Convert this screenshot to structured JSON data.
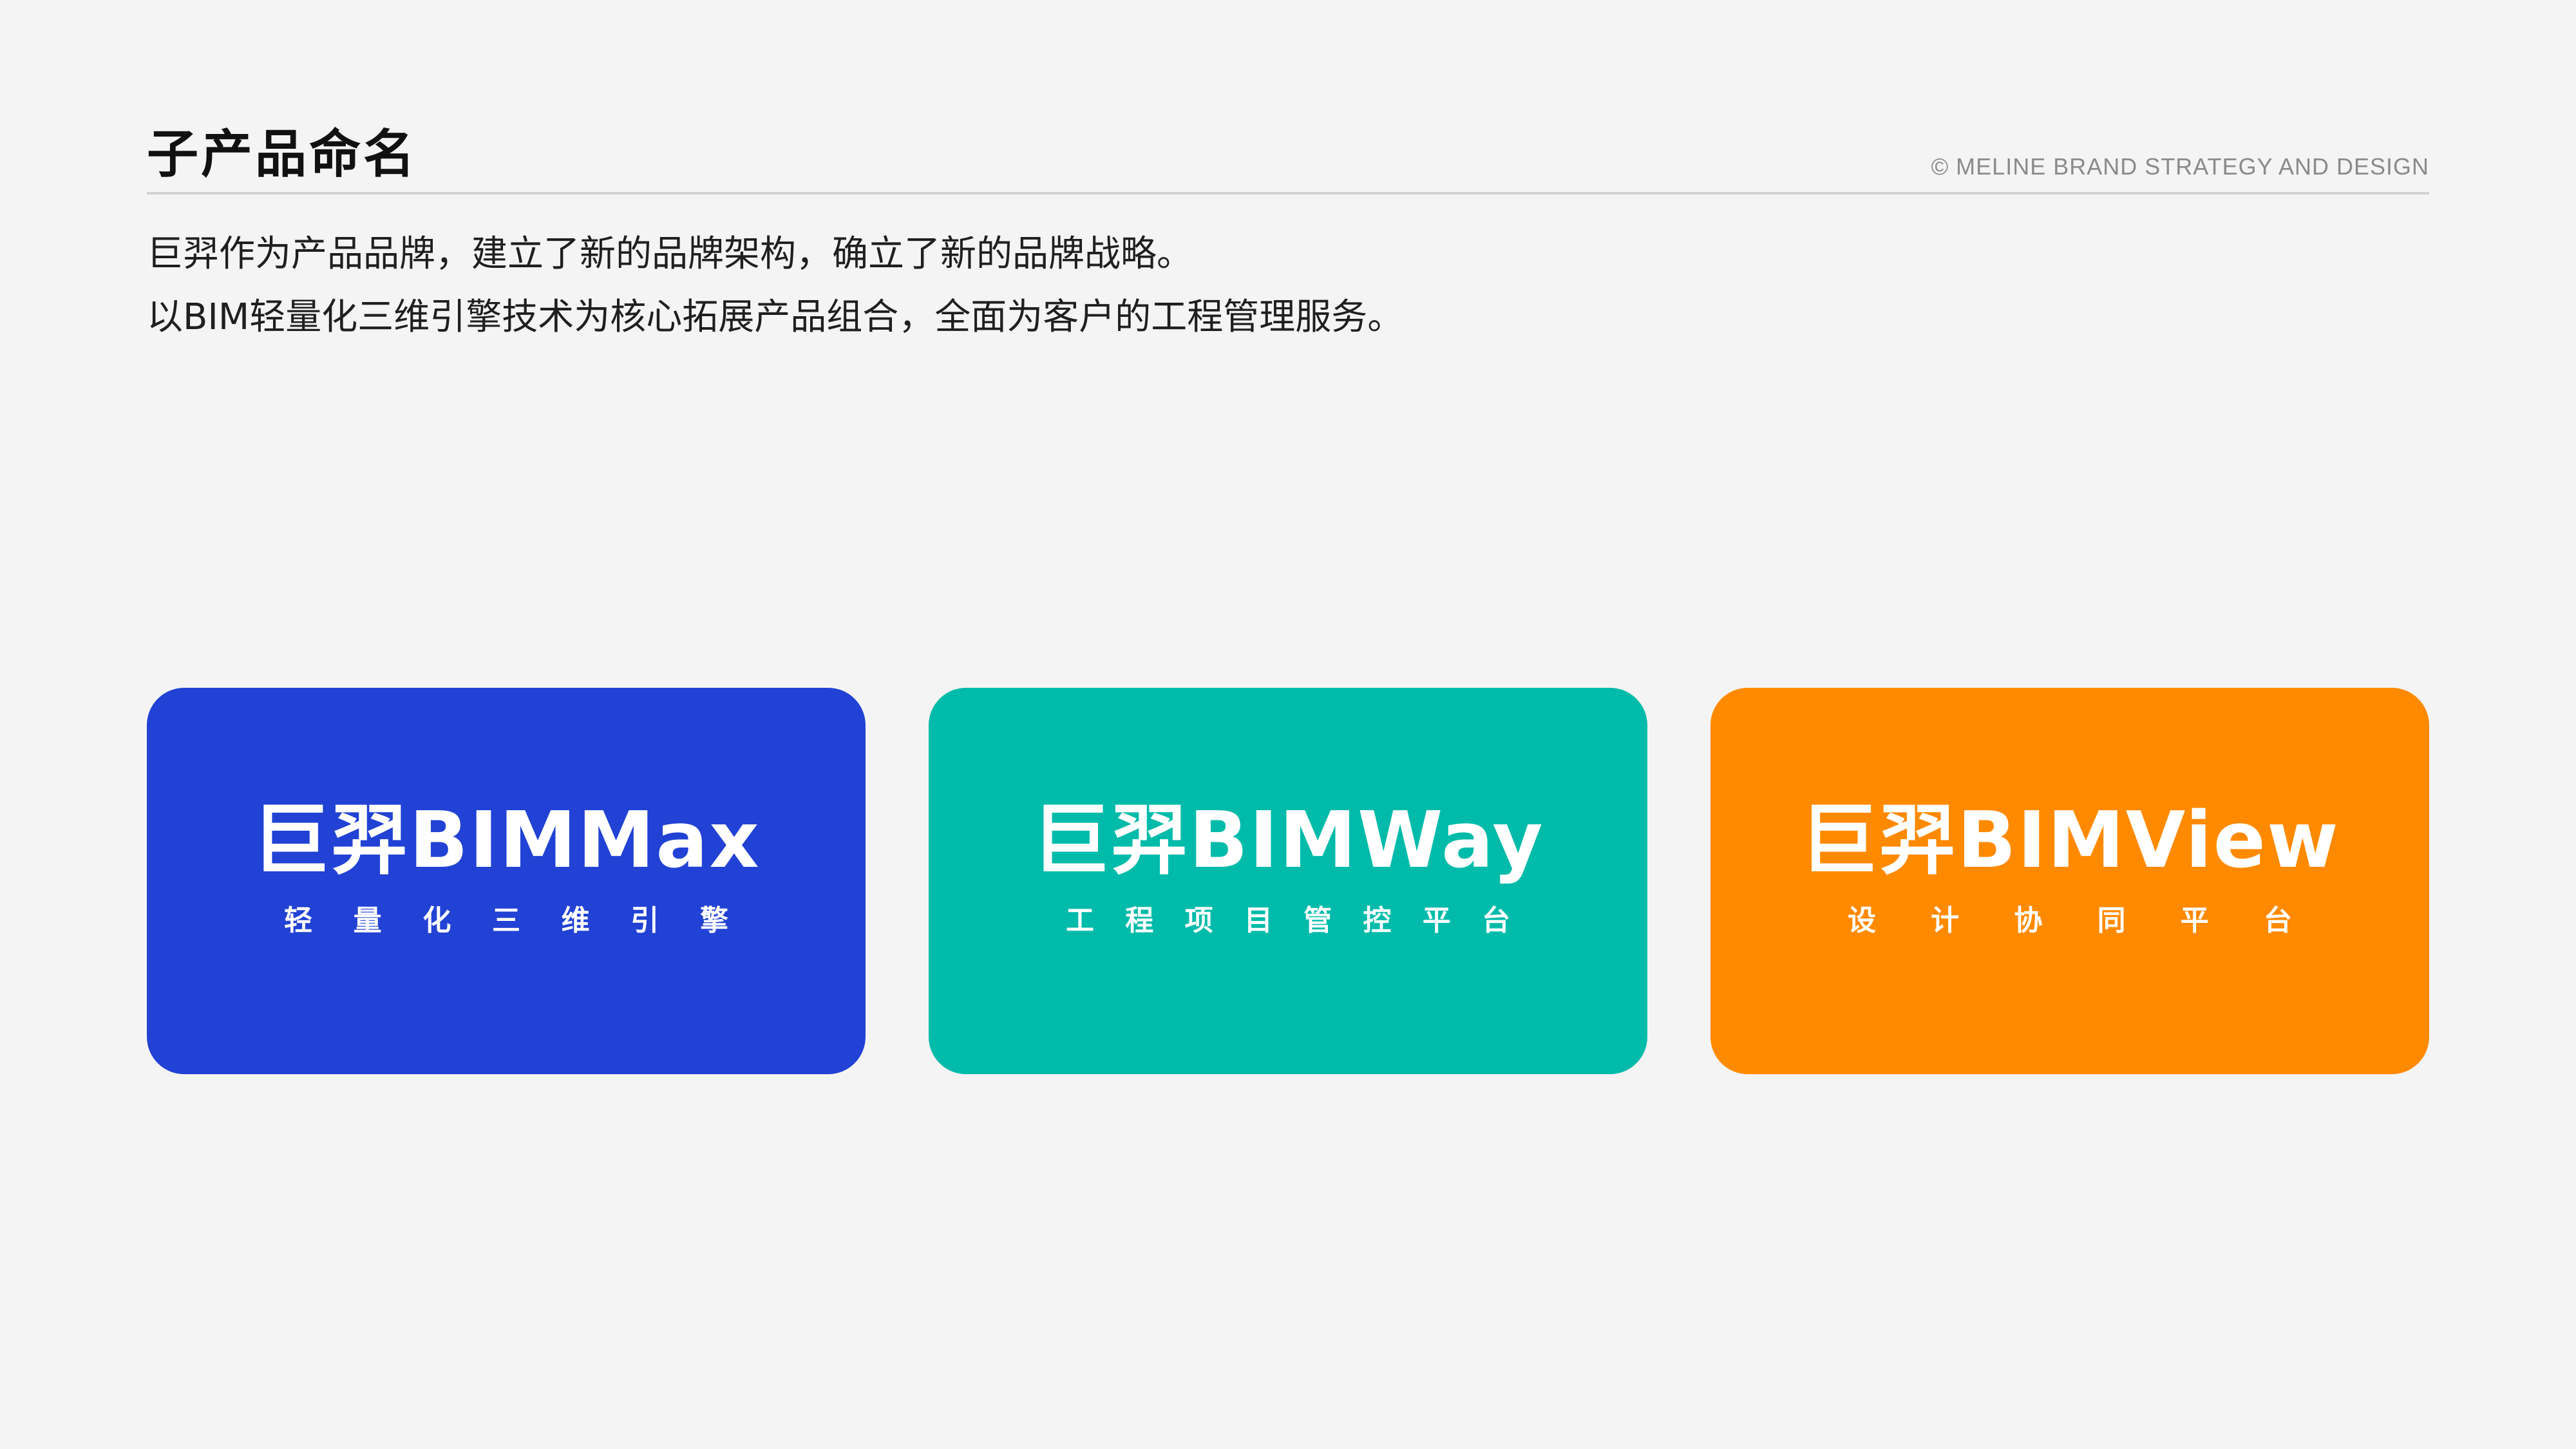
{
  "header": {
    "title": "子产品命名",
    "copyright": "© MELINE BRAND STRATEGY AND DESIGN"
  },
  "intro": {
    "line1": "巨羿作为产品品牌，建立了新的品牌架构，确立了新的品牌战略。",
    "line2": "以BIM轻量化三维引擎技术为核心拓展产品组合，全面为客户的工程管理服务。"
  },
  "cards": [
    {
      "name": "巨羿BIMMax",
      "tagline": "轻量化三维引擎",
      "color": "#2142d4"
    },
    {
      "name": "巨羿BIMWay",
      "tagline": "工程项目管控平台",
      "color": "#00bba9"
    },
    {
      "name": "巨羿BIMView",
      "tagline": "设计协同平台",
      "color": "#ff8a00"
    }
  ]
}
